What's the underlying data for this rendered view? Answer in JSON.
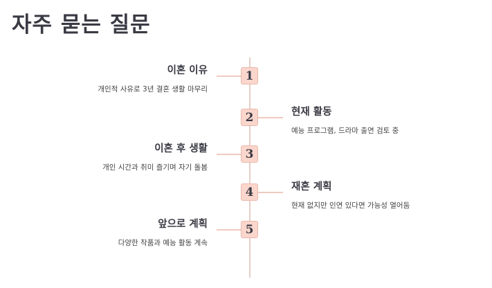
{
  "page": {
    "title": "자주 묻는 질문"
  },
  "colors": {
    "step_fill": "#fbd6cc",
    "step_border": "#ebb8ab",
    "line": "#e5cfc7",
    "title": "#3a3a44"
  },
  "items": [
    {
      "number": "1",
      "title": "이혼 이유",
      "description": "개인적 사유로 3년 결혼 생활 마무리",
      "side": "left"
    },
    {
      "number": "2",
      "title": "현재 활동",
      "description": "예능 프로그램, 드라마 출연 검토 중",
      "side": "right"
    },
    {
      "number": "3",
      "title": "이혼 후 생활",
      "description": "개인 시간과 취미 즐기며 자기 돌봄",
      "side": "left"
    },
    {
      "number": "4",
      "title": "재혼 계획",
      "description": "현재 없지만 인연 있다면 가능성 열어둠",
      "side": "right"
    },
    {
      "number": "5",
      "title": "앞으로 계획",
      "description": "다양한 작품과 예능 활동 계속",
      "side": "left"
    }
  ]
}
